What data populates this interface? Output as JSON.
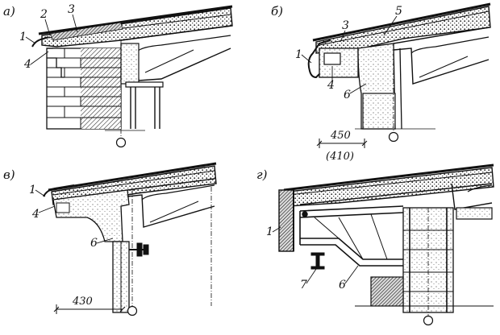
{
  "panels": [
    {
      "id": "a",
      "letter": "а)",
      "callouts": [
        "1",
        "2",
        "3",
        "4"
      ],
      "dimension": null
    },
    {
      "id": "b",
      "letter": "б)",
      "callouts": [
        "1",
        "3",
        "5",
        "4",
        "6"
      ],
      "dimension": {
        "value": "450",
        "alt_value": "(410)"
      }
    },
    {
      "id": "v",
      "letter": "в)",
      "callouts": [
        "1",
        "4",
        "6"
      ],
      "dimension": {
        "value": "430",
        "alt_value": null
      }
    },
    {
      "id": "g",
      "letter": "г)",
      "callouts": [
        "1",
        "7",
        "6"
      ],
      "dimension": null
    }
  ]
}
